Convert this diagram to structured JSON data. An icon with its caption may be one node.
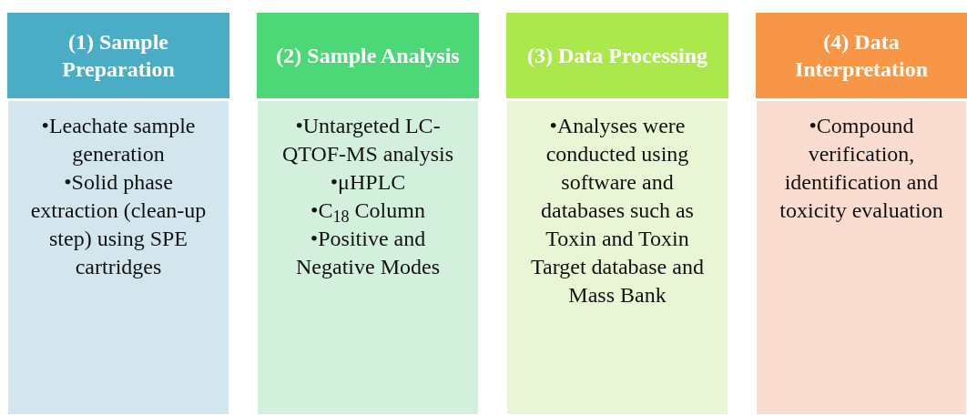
{
  "diagram": {
    "nodes": [
      {
        "text": [
          "(1) Sample Preparation"
        ]
      },
      {
        "text": [
          "•Leachate sample generation",
          "•Solid phase extraction (clean-up step) using SPE cartridges"
        ]
      },
      {
        "text": [
          "(2) Sample Analysis"
        ]
      },
      {
        "text": [
          "•Untargeted LC-QTOF-MS analysis",
          "•μHPLC",
          "•C$_{18}$ Column",
          "•Positive and Negative Modes"
        ]
      },
      {
        "text": [
          "(3) Data Processing"
        ]
      },
      {
        "text": [
          "•Analyses were conducted using software and databases such as Toxin and Toxin Target database and Mass Bank"
        ]
      },
      {
        "text": [
          "(4) Data Interpretation"
        ]
      },
      {
        "text": [
          "•Compound verification, identification and toxicity evaluation"
        ]
      }
    ]
  }
}
